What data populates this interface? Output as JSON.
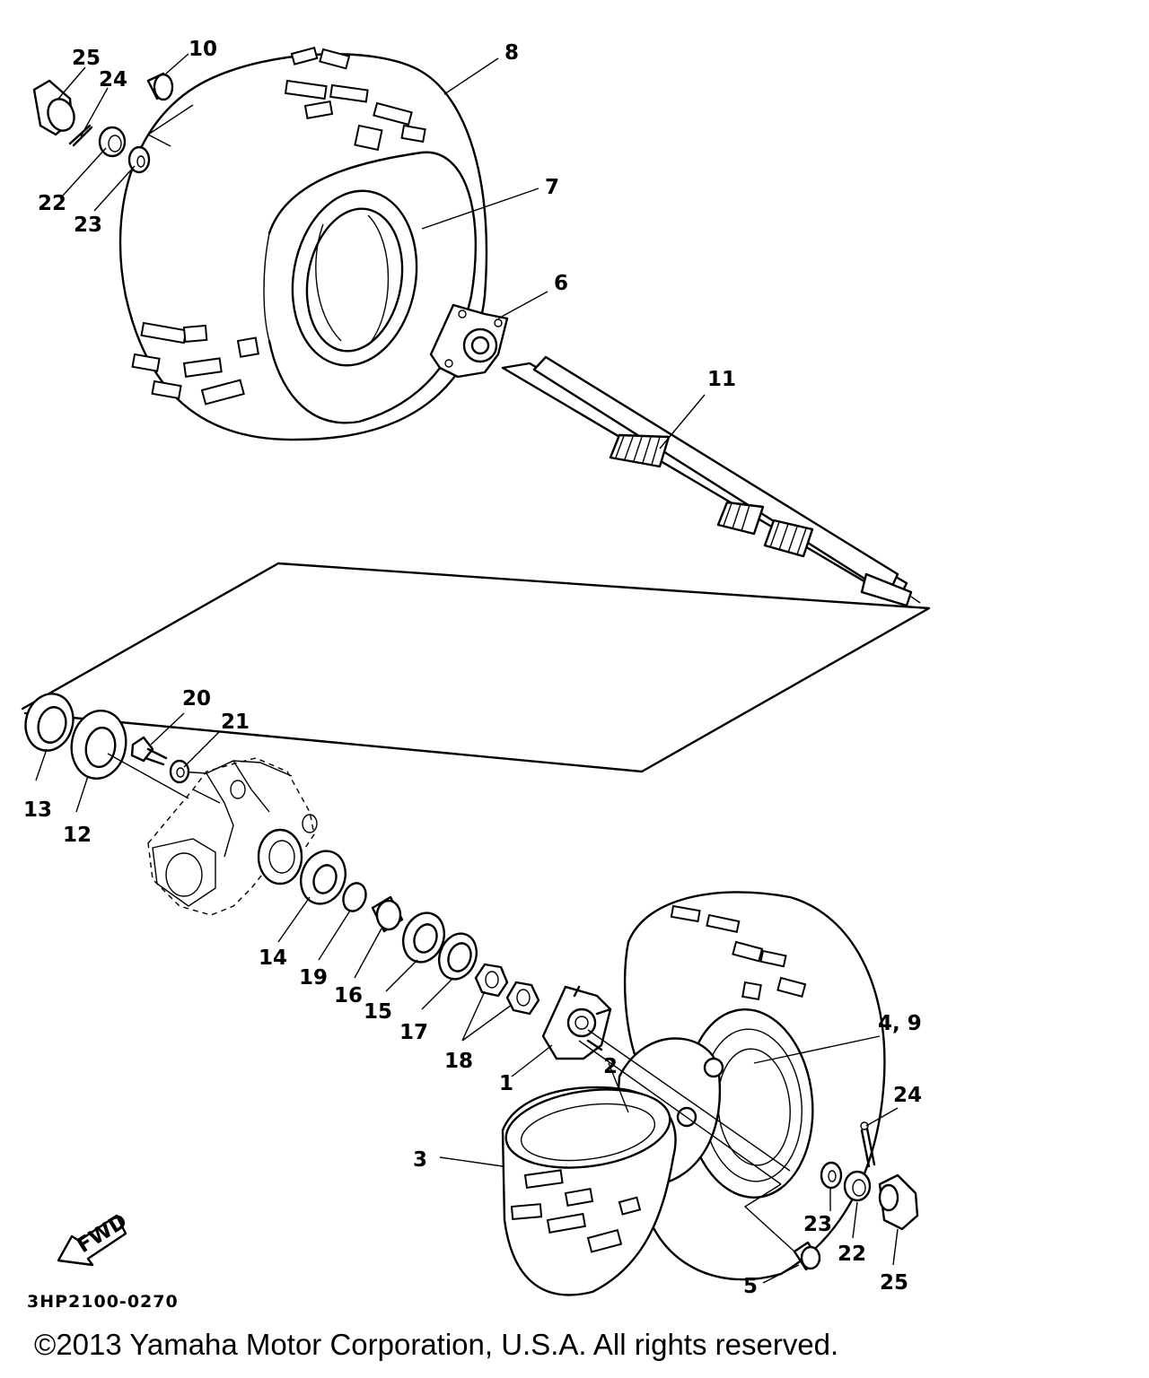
{
  "diagram": {
    "figure_code": "3HP2100-0270",
    "copyright": "©2013 Yamaha Motor Corporation, U.S.A. All rights reserved.",
    "fwd_label": "FWD",
    "callouts": {
      "c25a": "25",
      "c24a": "24",
      "c22a": "22",
      "c23a": "23",
      "c10": "10",
      "c8": "8",
      "c7": "7",
      "c6": "6",
      "c11": "11",
      "c20": "20",
      "c21": "21",
      "c13": "13",
      "c12": "12",
      "c14": "14",
      "c19": "19",
      "c16": "16",
      "c15": "15",
      "c17": "17",
      "c18": "18",
      "c1": "1",
      "c2": "2",
      "c49": "4, 9",
      "c3": "3",
      "c24b": "24",
      "c23b": "23",
      "c22b": "22",
      "c25b": "25",
      "c5": "5"
    }
  }
}
